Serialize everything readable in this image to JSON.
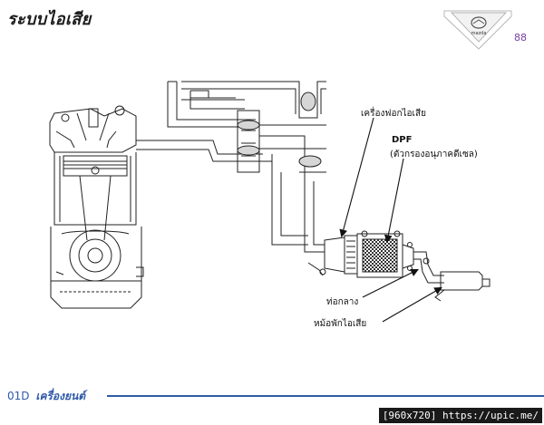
{
  "header": {
    "title": "ระบบไอเสีย",
    "page_number": "88"
  },
  "logo": {
    "text": "mazda"
  },
  "diagram": {
    "labels": {
      "catalytic_converter": "เครื่องฟอกไอเสีย",
      "dpf_title": "DPF",
      "dpf_subtitle": "(ตัวกรองอนุภาคดีเซล)",
      "center_pipe": "ท่อกลาง",
      "muffler": "หม้อพักไอเสีย"
    }
  },
  "footer": {
    "code": "01D",
    "section": "เครื่องยนต์"
  },
  "watermark": "[960x720] https://upic.me/"
}
